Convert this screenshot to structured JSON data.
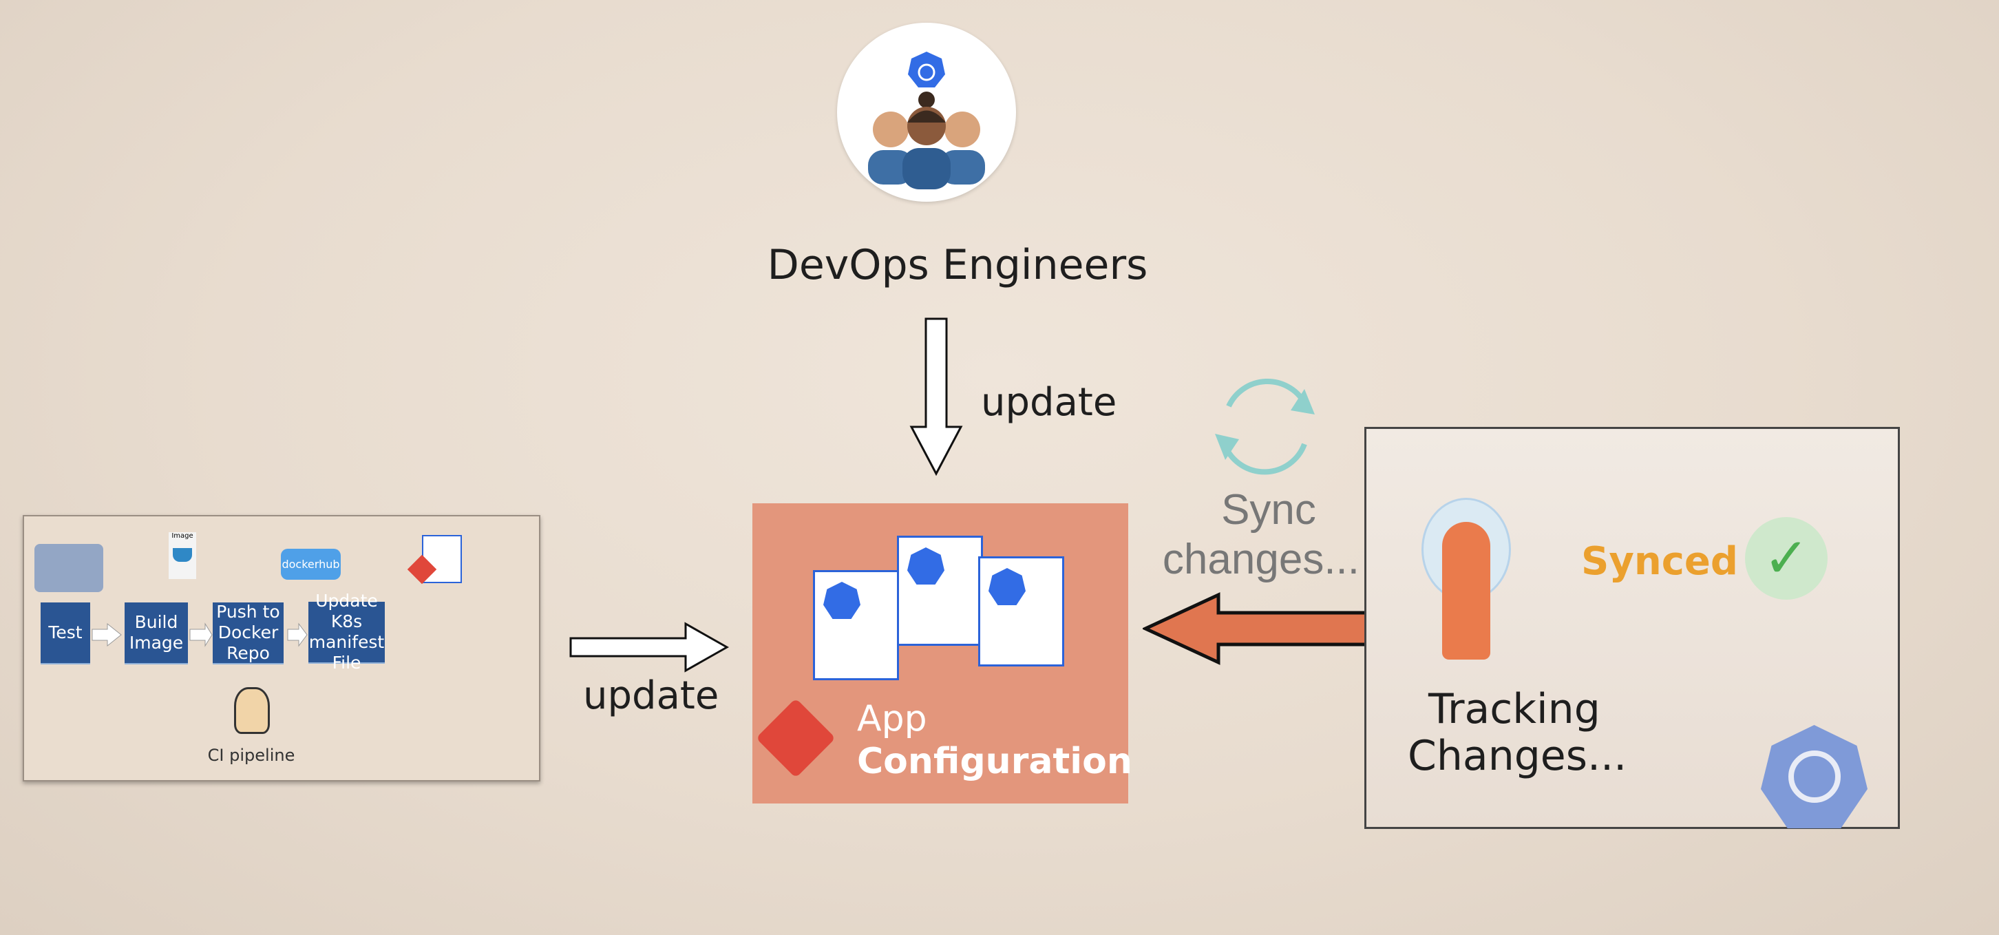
{
  "devops": {
    "label": "DevOps Engineers"
  },
  "arrows": {
    "top_label": "update",
    "left_label": "update"
  },
  "sync": {
    "label_line1": "Sync",
    "label_line2": "changes..."
  },
  "app_config": {
    "line1": "App",
    "line2": "Configuration"
  },
  "ci": {
    "stages": [
      "Test",
      "Build Image",
      "Push to Docker Repo",
      "Update K8s manifest File"
    ],
    "image_label": "Image",
    "dockerhub_label": "dockerhub",
    "caption": "CI pipeline"
  },
  "argo": {
    "status": "Synced",
    "tracking_line1": "Tracking",
    "tracking_line2": "Changes..."
  },
  "colors": {
    "stage_blue": "#2a5593",
    "app_config_bg": "#e3967c",
    "synced": "#eba02e",
    "arrow_orange": "#e07650",
    "k8s_blue": "#326ce5",
    "sync_icon": "#8fd0cc"
  }
}
